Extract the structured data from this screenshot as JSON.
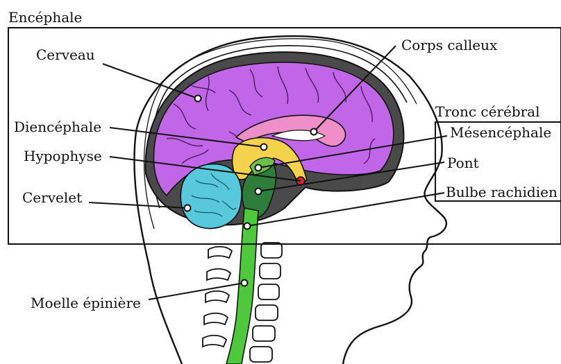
{
  "title": "Encéphale",
  "labels": {
    "cerveau": "Cerveau",
    "diencephale": "Diencéphale",
    "hypophyse": "Hypophyse",
    "cervelet": "Cervelet",
    "moelle": "Moelle épinière",
    "corps_calleux": "Corps calleux",
    "tronc": "Tronc cérébral",
    "mesencephale": "Mésencéphale",
    "pont": "Pont",
    "bulbe": "Bulbe rachidien"
  },
  "colors": {
    "cerveau": "#c266e8",
    "corps_calleux": "#ef8fc8",
    "diencephale": "#f4d24c",
    "hypophyse": "#d8242e",
    "cervelet": "#58c8dc",
    "tronc": "#2f7d3a",
    "mesencephale": "#6cc04a",
    "moelle": "#4ec83c",
    "meninges": "#4a4a4a"
  }
}
